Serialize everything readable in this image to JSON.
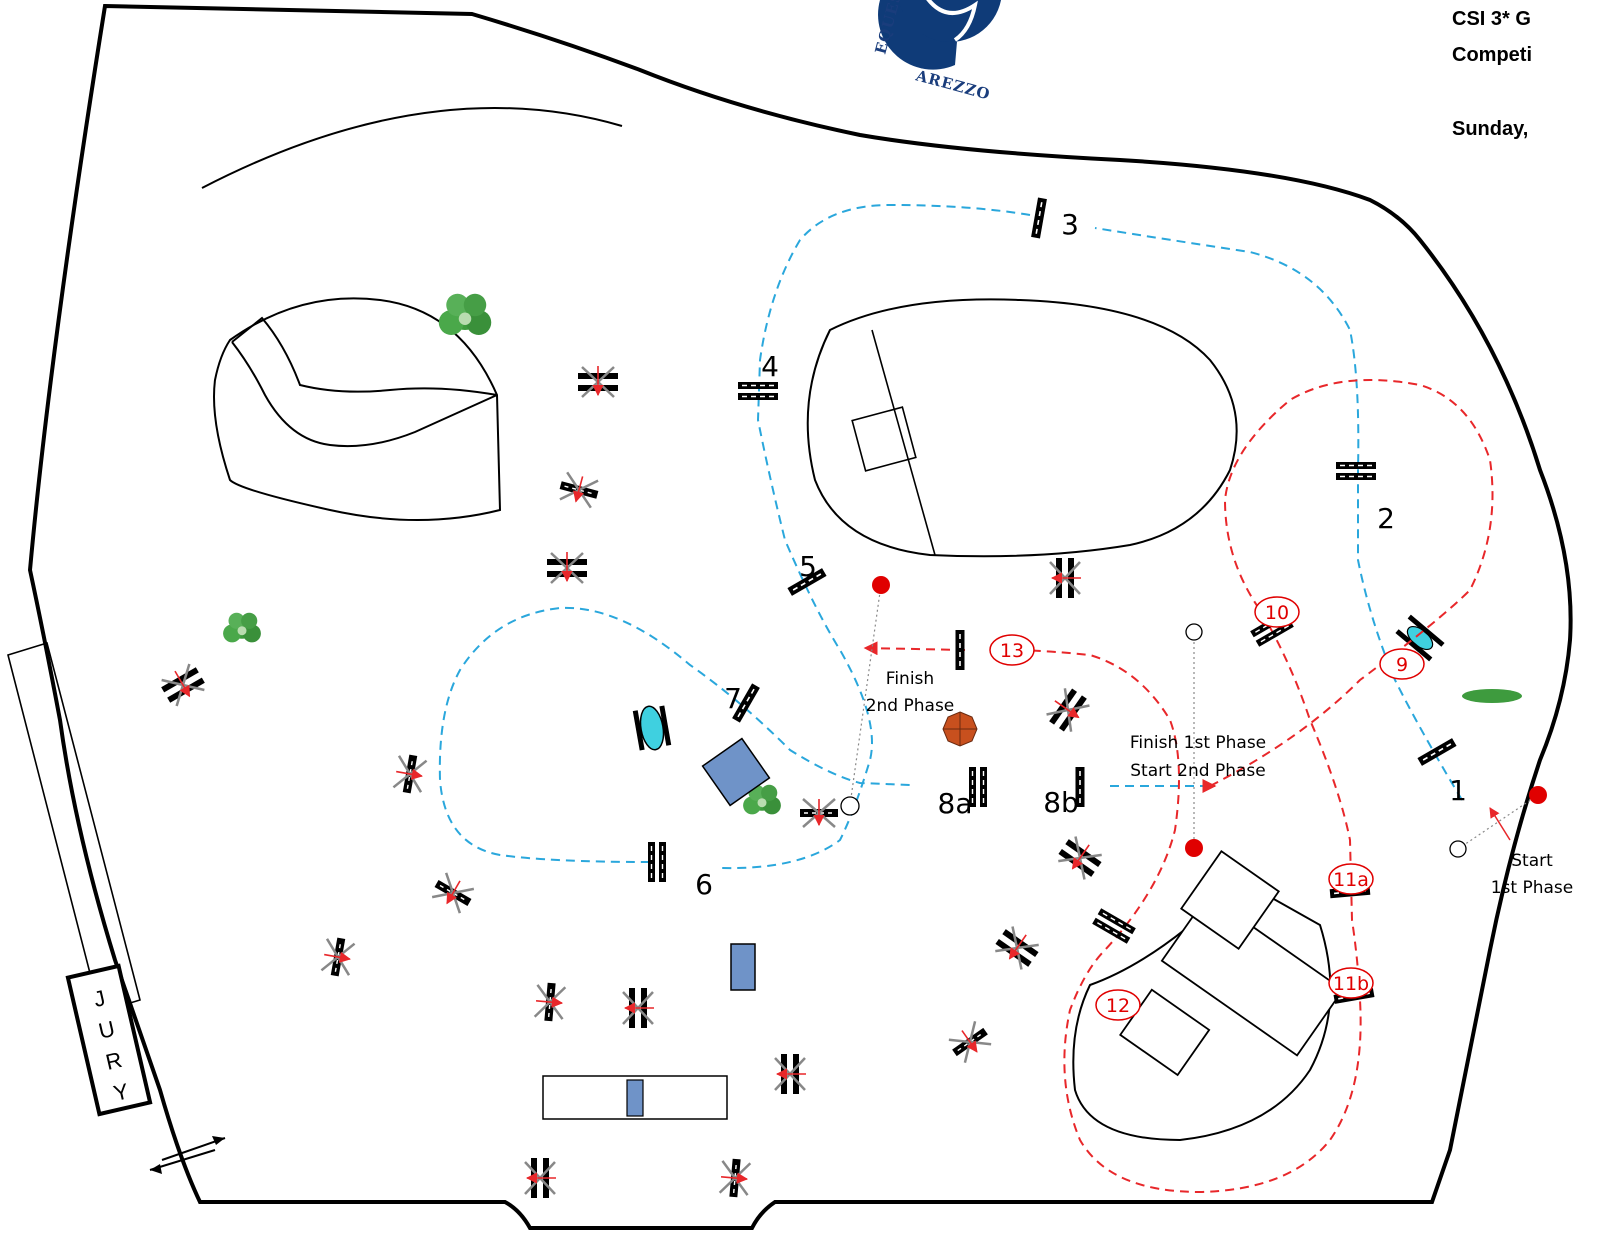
{
  "header": {
    "line1": "CSI 3* G",
    "line2": "Competi",
    "line3": "Sunday,"
  },
  "logo": {
    "text_left": "EQUES",
    "text_bottom": "AREZZO",
    "icon": "horse-logo-icon",
    "color": "#0f3b78"
  },
  "jury": {
    "letters": [
      "J",
      "U",
      "R",
      "Y"
    ]
  },
  "fence_labels": [
    {
      "key": "1",
      "text": "1",
      "color": "black"
    },
    {
      "key": "2",
      "text": "2",
      "color": "black"
    },
    {
      "key": "3",
      "text": "3",
      "color": "black"
    },
    {
      "key": "4",
      "text": "4",
      "color": "black"
    },
    {
      "key": "5",
      "text": "5",
      "color": "black"
    },
    {
      "key": "6",
      "text": "6",
      "color": "black"
    },
    {
      "key": "7",
      "text": "7",
      "color": "black"
    },
    {
      "key": "8a",
      "text": "8a",
      "color": "black"
    },
    {
      "key": "8b",
      "text": "8b",
      "color": "black"
    },
    {
      "key": "9",
      "text": "9",
      "color": "red"
    },
    {
      "key": "10",
      "text": "10",
      "color": "red"
    },
    {
      "key": "11a",
      "text": "11a",
      "color": "red"
    },
    {
      "key": "11b",
      "text": "11b",
      "color": "red"
    },
    {
      "key": "12",
      "text": "12",
      "color": "red"
    },
    {
      "key": "13",
      "text": "13",
      "color": "red"
    }
  ],
  "phase_labels": {
    "finish_2nd_line1": "Finish",
    "finish_2nd_line2": "2nd Phase",
    "finish_1st": "Finish 1st Phase",
    "start_2nd": "Start   2nd Phase",
    "start_1st_line1": "Start",
    "start_1st_line2": "1st Phase"
  },
  "colors": {
    "phase1_route": "#2aa7dc",
    "phase2_route": "#e8272a",
    "flag_red": "#e00000",
    "obstacle_blue": "#6f93c8",
    "water_cyan": "#3fd0e0",
    "bush_green": "#3e9b3e",
    "umbrella_orange": "#c8501e"
  }
}
